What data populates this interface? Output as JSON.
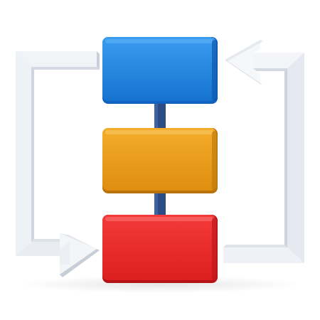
{
  "diagram": {
    "kind": "cyclic-flow-3d-icon",
    "blocks": [
      {
        "id": "top",
        "color": "#1e86e2",
        "shade": "#0f5fb0",
        "light": "#4aa6f0"
      },
      {
        "id": "middle",
        "color": "#f0a21c",
        "shade": "#b8740a",
        "light": "#f6bd4a"
      },
      {
        "id": "bottom",
        "color": "#ef2b2b",
        "shade": "#b51414",
        "light": "#f65454"
      }
    ],
    "connector_color": "#2f4f86",
    "arrow_colors": {
      "face": "#f2f4f7",
      "side": "#cfd5de",
      "edge": "#e4e8ee"
    },
    "arrows": [
      {
        "id": "left-loop",
        "direction": "down-to-bottom-block"
      },
      {
        "id": "right-loop",
        "direction": "up-to-top-block"
      }
    ]
  }
}
